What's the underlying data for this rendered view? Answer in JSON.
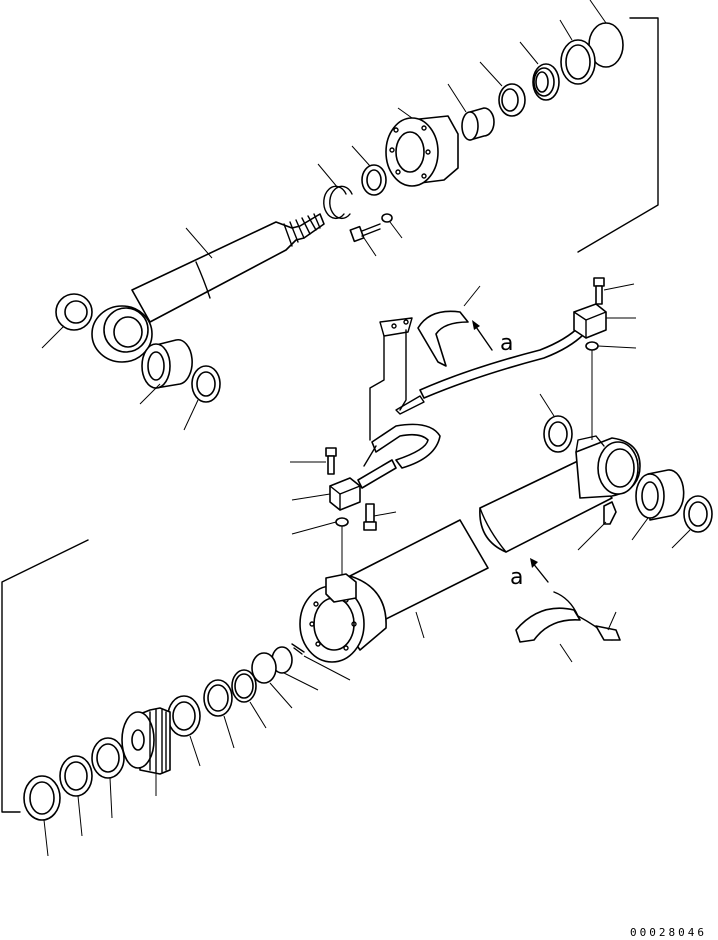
{
  "view_labels": {
    "upper": "a",
    "lower": "a"
  },
  "drawing_number": "00028046"
}
